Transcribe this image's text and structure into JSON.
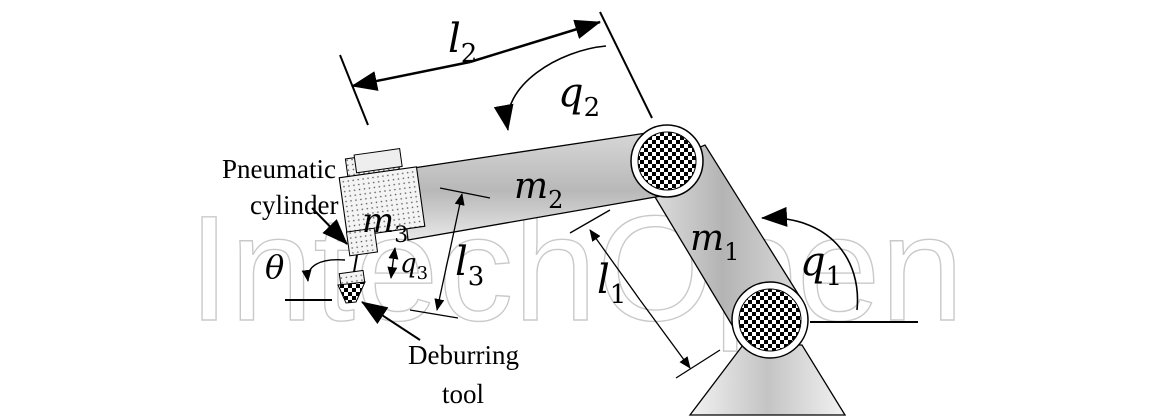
{
  "watermark": "IntechOpen",
  "labels": {
    "l2_sym": "l",
    "l2_sub": "2",
    "q2_sym": "q",
    "q2_sub": "2",
    "m2_sym": "m",
    "m2_sub": "2",
    "m1_sym": "m",
    "m1_sub": "1",
    "q1_sym": "q",
    "q1_sub": "1",
    "l1_sym": "l",
    "l1_sub": "1",
    "l3_sym": "l",
    "l3_sub": "3",
    "m3_sym": "m",
    "m3_sub": "3",
    "q3_sym": "q",
    "q3_sub": "3",
    "theta": "θ",
    "pneumatic_line1": "Pneumatic",
    "pneumatic_line2": "cylinder",
    "deburring_line1": "Deburring",
    "deburring_line2": "tool"
  }
}
